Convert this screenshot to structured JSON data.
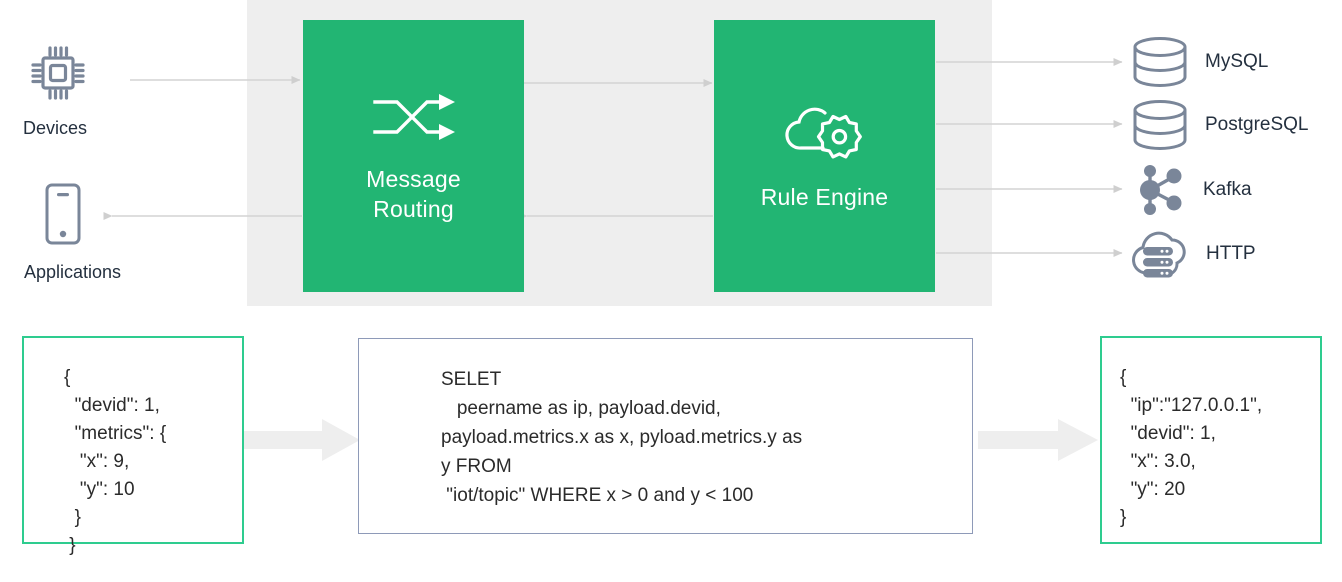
{
  "diagram": {
    "title": "EMQX message routing and rule engine data flow",
    "colors": {
      "green": "#22b573",
      "green_border": "#2ecc8f",
      "blue_border": "#8e9ab8",
      "panel_grey": "#eeeeee",
      "icon_slate": "#7a8699",
      "text_dark": "#24303f",
      "arrow_grey": "#d4d4d4",
      "block_arrow_grey": "#eeeeee"
    }
  },
  "sources": [
    {
      "id": "devices",
      "label": "Devices",
      "icon": "cpu-chip-icon",
      "direction": "out"
    },
    {
      "id": "applications",
      "label": "Applications",
      "icon": "smartphone-icon",
      "direction": "in"
    }
  ],
  "blocks": [
    {
      "id": "message-routing",
      "label": "Message\nRouting",
      "label_line1": "Message",
      "label_line2": "Routing",
      "icon": "shuffle-arrows-icon"
    },
    {
      "id": "rule-engine",
      "label": "Rule Engine",
      "label_line1": "Rule Engine",
      "label_line2": "",
      "icon": "cloud-gear-icon"
    }
  ],
  "sinks": [
    {
      "id": "mysql",
      "label": "MySQL",
      "icon": "database-icon"
    },
    {
      "id": "postgresql",
      "label": "PostgreSQL",
      "icon": "database-icon"
    },
    {
      "id": "kafka",
      "label": "Kafka",
      "icon": "node-graph-icon"
    },
    {
      "id": "http",
      "label": "HTTP",
      "icon": "cloud-server-icon"
    }
  ],
  "examples": {
    "input": {
      "title": "input-payload",
      "text": "{\n  \"devid\": 1,\n  \"metrics\": {\n   \"x\": 9,\n   \"y\": 10\n  }\n }"
    },
    "sql": {
      "title": "rule-sql",
      "text": "SELET\n   peername as ip, payload.devid,\npayload.metrics.x as x, pyload.metrics.y as\ny FROM\n \"iot/topic\" WHERE x > 0 and y < 100"
    },
    "output": {
      "title": "output-payload",
      "text": "{\n  \"ip\":\"127.0.0.1\",\n  \"devid\": 1,\n  \"x\": 3.0,\n  \"y\": 20\n}"
    }
  },
  "flow_arrows": [
    {
      "from": "devices",
      "to": "message-routing",
      "style": "thin"
    },
    {
      "from": "message-routing",
      "to": "rule-engine",
      "style": "thin"
    },
    {
      "from": "rule-engine",
      "to": "message-routing",
      "style": "thin"
    },
    {
      "from": "message-routing",
      "to": "applications",
      "style": "thin"
    },
    {
      "from": "rule-engine",
      "to": "mysql",
      "style": "thin"
    },
    {
      "from": "rule-engine",
      "to": "postgresql",
      "style": "thin"
    },
    {
      "from": "rule-engine",
      "to": "kafka",
      "style": "thin"
    },
    {
      "from": "rule-engine",
      "to": "http",
      "style": "thin"
    },
    {
      "from": "input-payload",
      "to": "rule-sql",
      "style": "block"
    },
    {
      "from": "rule-sql",
      "to": "output-payload",
      "style": "block"
    }
  ]
}
